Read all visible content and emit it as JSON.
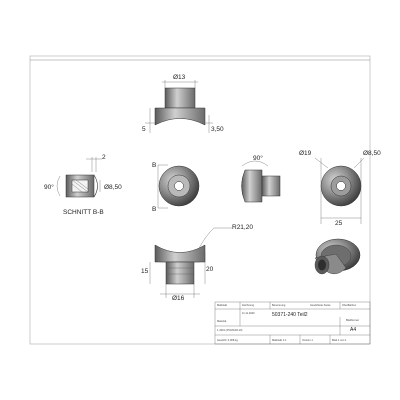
{
  "dimensions": {
    "top_diameter": "Ø13",
    "top_left_height": "5",
    "top_right_height": "3,50",
    "section_offset": "2",
    "section_angle": "90°",
    "section_diameter": "Ø8,50",
    "section_label": "SCHNITT B-B",
    "section_mark_top": "B",
    "section_mark_bottom": "B",
    "side_angle": "90°",
    "right_outer_diameter": "Ø19",
    "right_inner_diameter": "Ø8,50",
    "right_width": "25",
    "bottom_radius": "R21,20",
    "bottom_left_height": "15",
    "bottom_right_height": "20",
    "bottom_diameter": "Ø16"
  },
  "title_block": {
    "col_label_1": "Maßstab",
    "col_label_2": "Zeichnung",
    "col_label_3": "Benennung",
    "col_value_1": "",
    "col_value_2": "11.11.2020",
    "part_name": "50371-240 Teil2",
    "col_label_4": "Gewichtete Kante",
    "col_label_5": "Oberflächen",
    "row2_label": "Material",
    "row2_value": "1.4301 (X5CrNi18-10)",
    "sheet_label": "Blattformat",
    "sheet_value": "A4",
    "row3_label": "Gewicht: 0,008 kg",
    "row3_mid1": "Maßstab 1:1",
    "row3_mid2": "Version 1",
    "row3_mid3": "Blatt 1 von 1"
  }
}
